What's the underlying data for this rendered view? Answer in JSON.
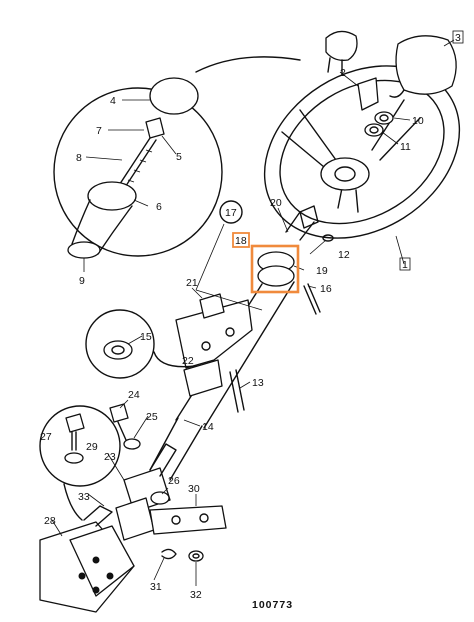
{
  "figure_number": "100773",
  "highlight_color": "#f08a3c",
  "highlighted_callout": "18",
  "callouts": {
    "c1": "1",
    "c2": "2",
    "c3": "3",
    "c4": "4",
    "c5": "5",
    "c6": "6",
    "c7": "7",
    "c8": "8",
    "c9": "9",
    "c10": "10",
    "c11": "11",
    "c12": "12",
    "c13": "13",
    "c14": "14",
    "c15": "15",
    "c16": "16",
    "c17": "17",
    "c18": "18",
    "c19": "19",
    "c20": "20",
    "c21": "21",
    "c22": "22",
    "c23": "23",
    "c24": "24",
    "c25": "25",
    "c26": "26",
    "c27": "27",
    "c28": "28",
    "c29": "29",
    "c30": "30",
    "c31": "31",
    "c32": "32",
    "c33": "33"
  }
}
